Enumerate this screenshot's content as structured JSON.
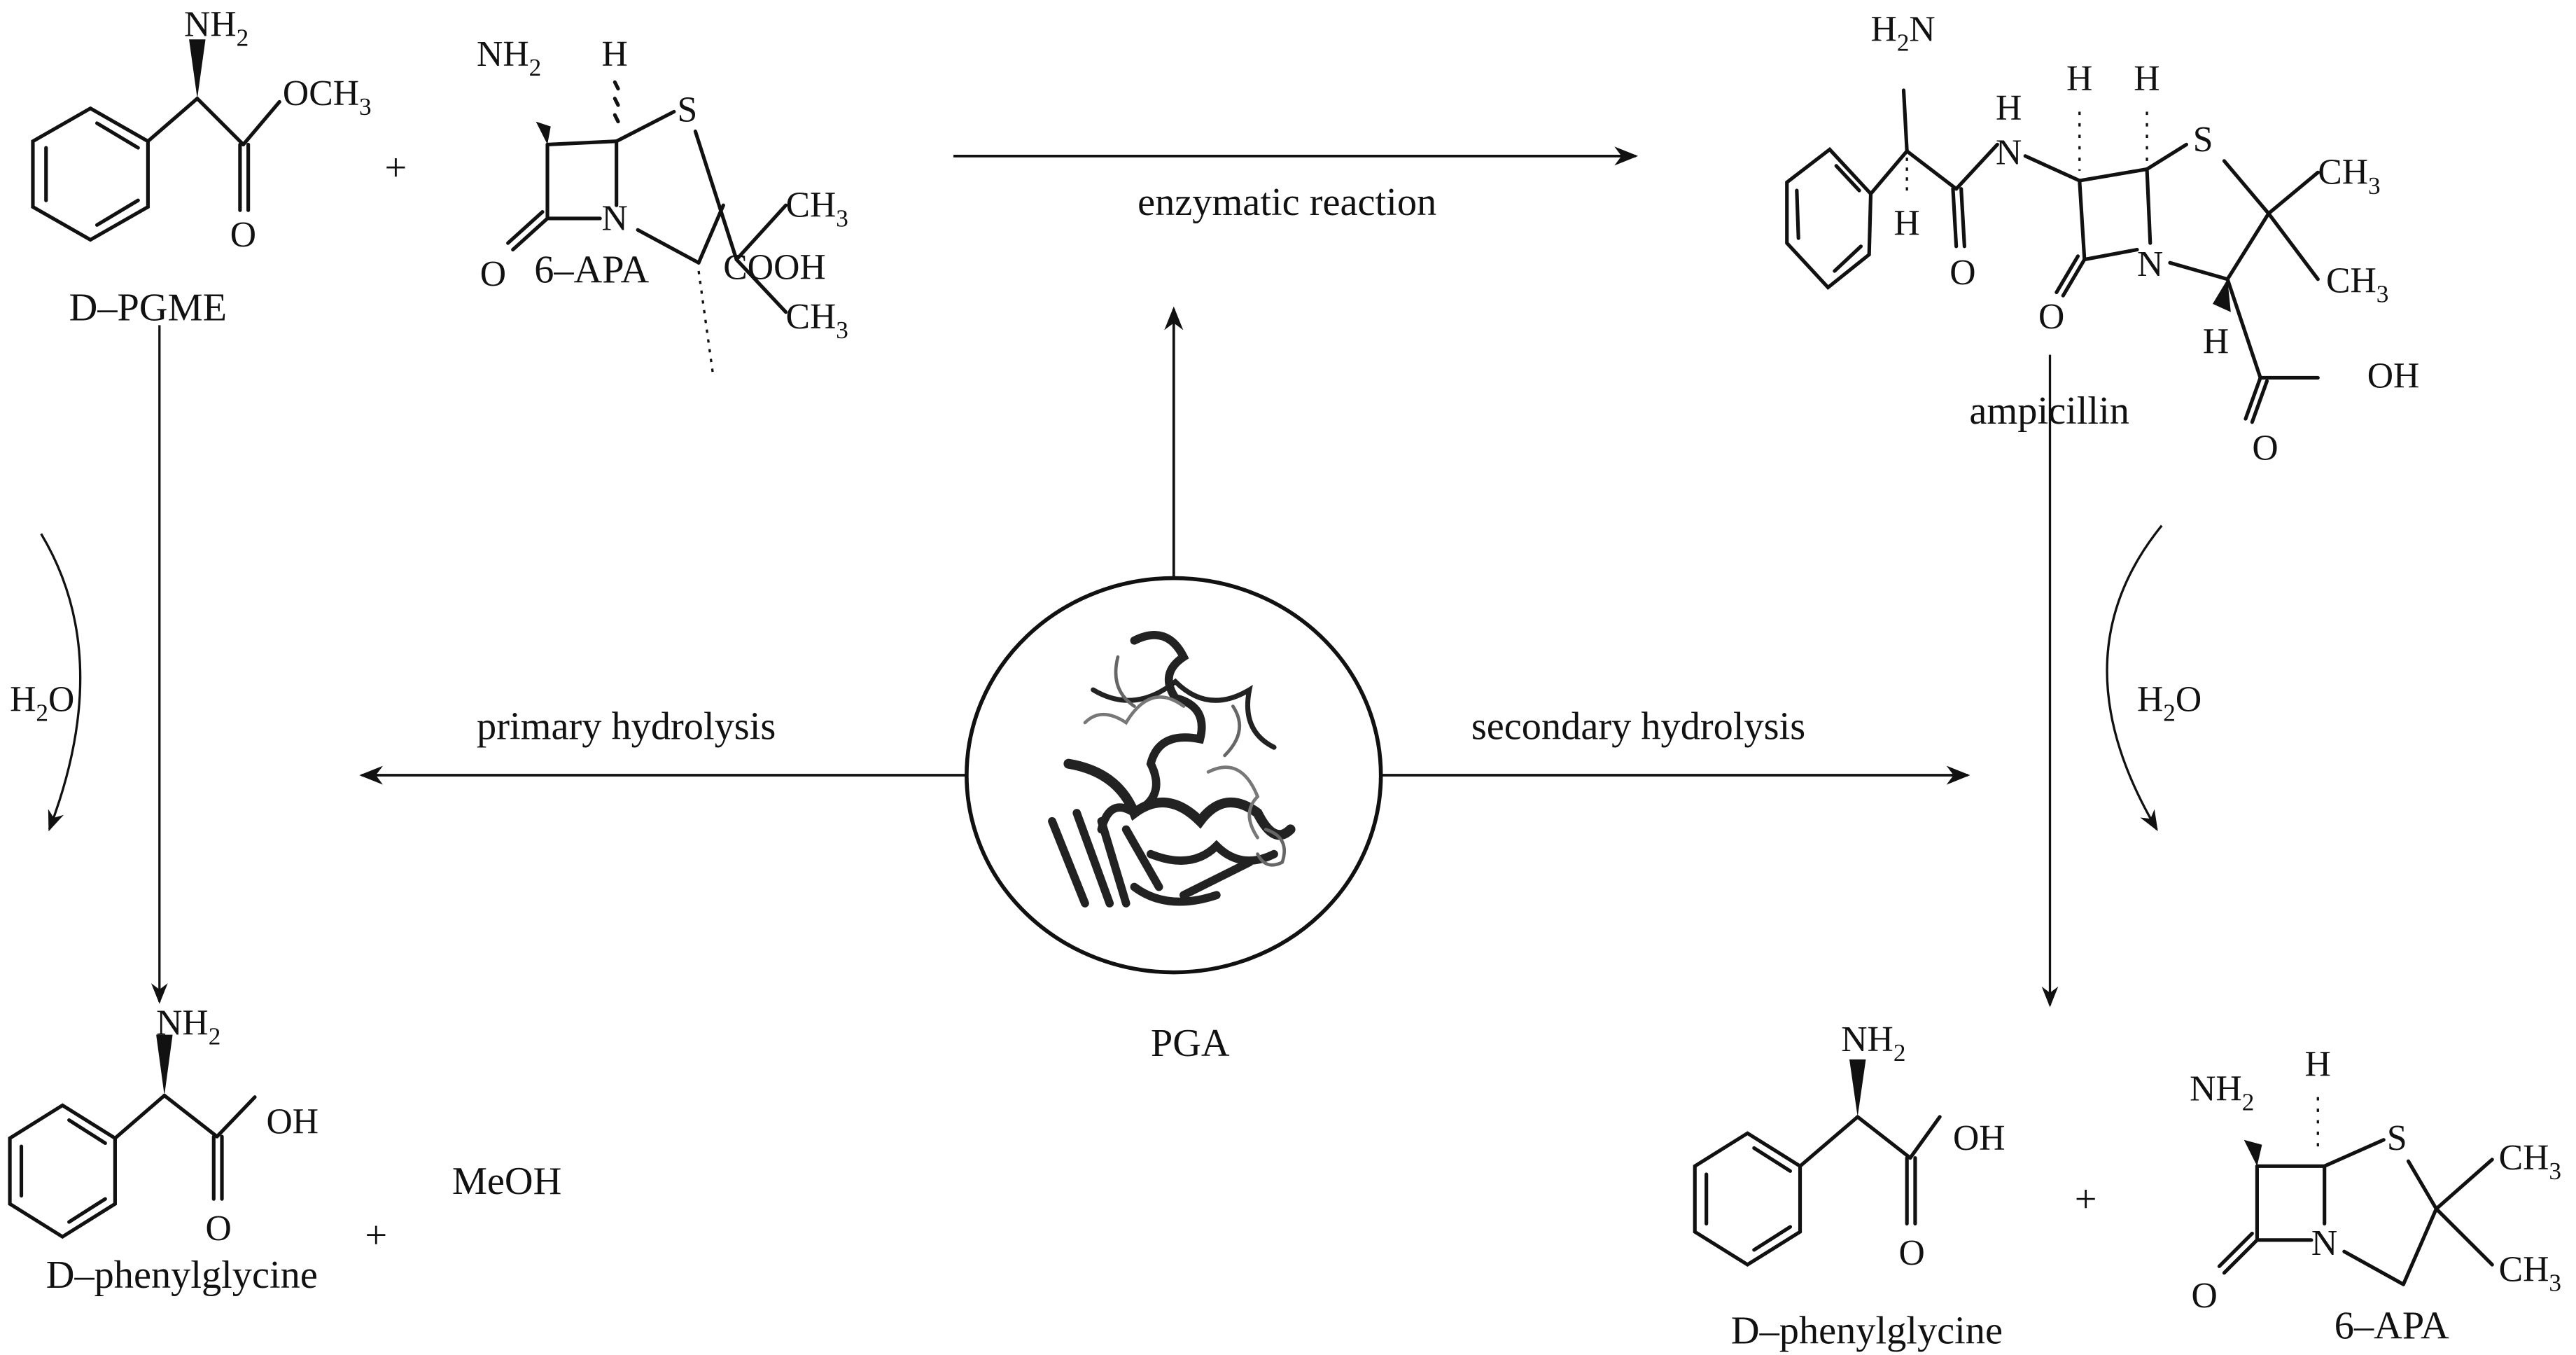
{
  "figure": {
    "type": "reaction-scheme",
    "enzyme": {
      "label": "PGA",
      "icon": "protein-structure-icon"
    },
    "reactions": {
      "synthesis": {
        "label": "enzymatic reaction"
      },
      "primary": {
        "label": "primary hydrolysis",
        "reagent": "H2O"
      },
      "secondary": {
        "label": "secondary hydrolysis",
        "reagent": "H2O"
      }
    },
    "plus": "+",
    "compounds": {
      "dpgme": {
        "name": "D–PGME",
        "groups": [
          "NH2",
          "OCH3",
          "O"
        ]
      },
      "apa_top": {
        "name": "6–APA",
        "groups": [
          "NH2",
          "H",
          "S",
          "CH3",
          "CH3",
          "N",
          "O",
          "COOH"
        ]
      },
      "ampicillin": {
        "name": "ampicillin",
        "groups": [
          "H2N",
          "H",
          "N",
          "H",
          "H",
          "S",
          "CH3",
          "CH3",
          "H",
          "O",
          "N",
          "O",
          "H",
          "OH",
          "O"
        ]
      },
      "dphg_left": {
        "name": "D–phenylglycine",
        "groups": [
          "NH2",
          "OH",
          "O"
        ]
      },
      "meoh": {
        "name": "MeOH"
      },
      "dphg_right": {
        "name": "D–phenylglycine",
        "groups": [
          "NH2",
          "OH",
          "O"
        ]
      },
      "apa_bottom": {
        "name": "6–APA",
        "groups": [
          "NH2",
          "H",
          "S",
          "CH3",
          "CH3",
          "N",
          "O"
        ]
      }
    }
  }
}
